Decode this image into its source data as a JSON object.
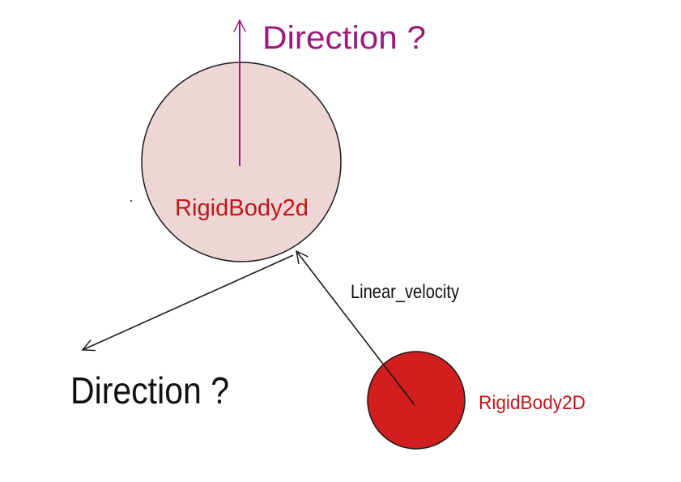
{
  "labels": {
    "big_body": "RigidBody2d",
    "small_body": "RigidBody2D",
    "velocity": "Linear_velocity",
    "direction_top": "Direction ?",
    "direction_left": "Direction ?"
  },
  "colors": {
    "big_fill": "#ecd6d6",
    "small_fill": "#d21e1e",
    "body_text": "#c0171a",
    "top_arrow": "#9b1a7c",
    "outline": "#1a1a1a",
    "text": "#111111"
  }
}
